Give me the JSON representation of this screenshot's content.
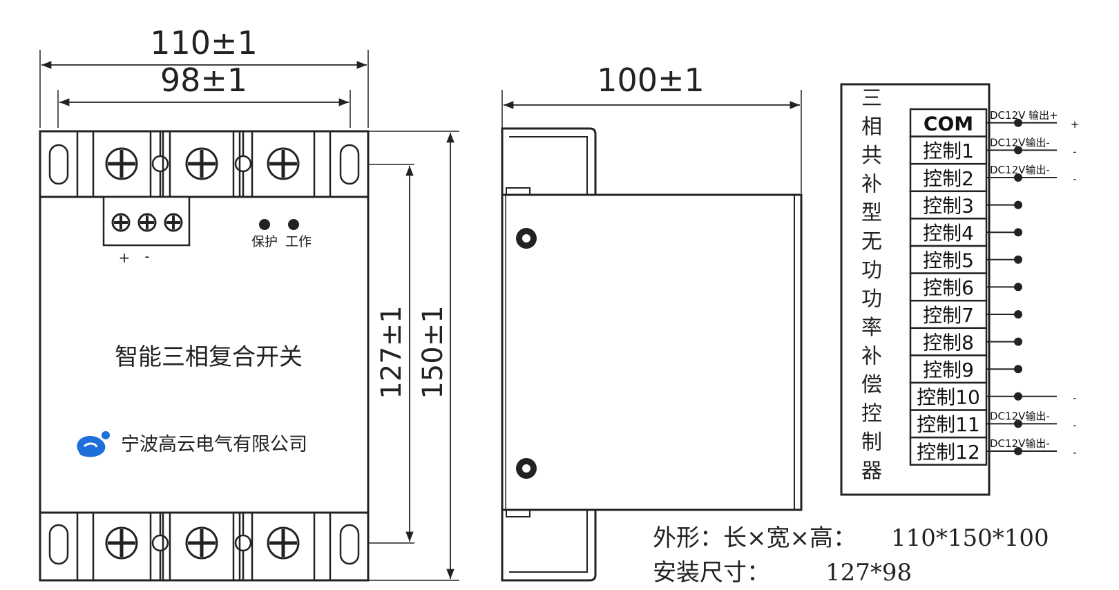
{
  "front_view": {
    "dim_outer_width": "110±1",
    "dim_inner_width": "98±1",
    "dim_mount_height": "127±1",
    "dim_total_height": "150±1",
    "terminal_plus": "+",
    "terminal_minus": "-",
    "led_protect": "保护",
    "led_work": "工作",
    "product_name": "智能三相复合开关",
    "company_name": "宁波高云电气有限公司",
    "logo_color": "#1e6fd9"
  },
  "side_view": {
    "dim_depth": "100±1"
  },
  "wiring": {
    "title_chars": [
      "三",
      "相",
      "共",
      "补",
      "型",
      "无",
      "功",
      "功",
      "率",
      "补",
      "偿",
      "控",
      "制",
      "器"
    ],
    "terminals": [
      {
        "label": "COM",
        "output": "DC12V 输出+",
        "sign": "+"
      },
      {
        "label": "控制1",
        "output": "DC12V输出-",
        "sign": "-"
      },
      {
        "label": "控制2",
        "output": "DC12V输出-",
        "sign": "-"
      },
      {
        "label": "控制3",
        "output": "",
        "sign": ""
      },
      {
        "label": "控制4",
        "output": "",
        "sign": ""
      },
      {
        "label": "控制5",
        "output": "",
        "sign": ""
      },
      {
        "label": "控制6",
        "output": "",
        "sign": ""
      },
      {
        "label": "控制7",
        "output": "",
        "sign": ""
      },
      {
        "label": "控制8",
        "output": "",
        "sign": ""
      },
      {
        "label": "控制9",
        "output": "",
        "sign": ""
      },
      {
        "label": "控制10",
        "output": "",
        "sign": "-"
      },
      {
        "label": "控制11",
        "output": "DC12V输出-",
        "sign": "-"
      },
      {
        "label": "控制12",
        "output": "DC12V输出-",
        "sign": "-"
      }
    ]
  },
  "specs": {
    "shape_label": "外形：长×宽×高：",
    "shape_value": "110*150*100",
    "mount_label": "安装尺寸：",
    "mount_value": "127*98"
  }
}
